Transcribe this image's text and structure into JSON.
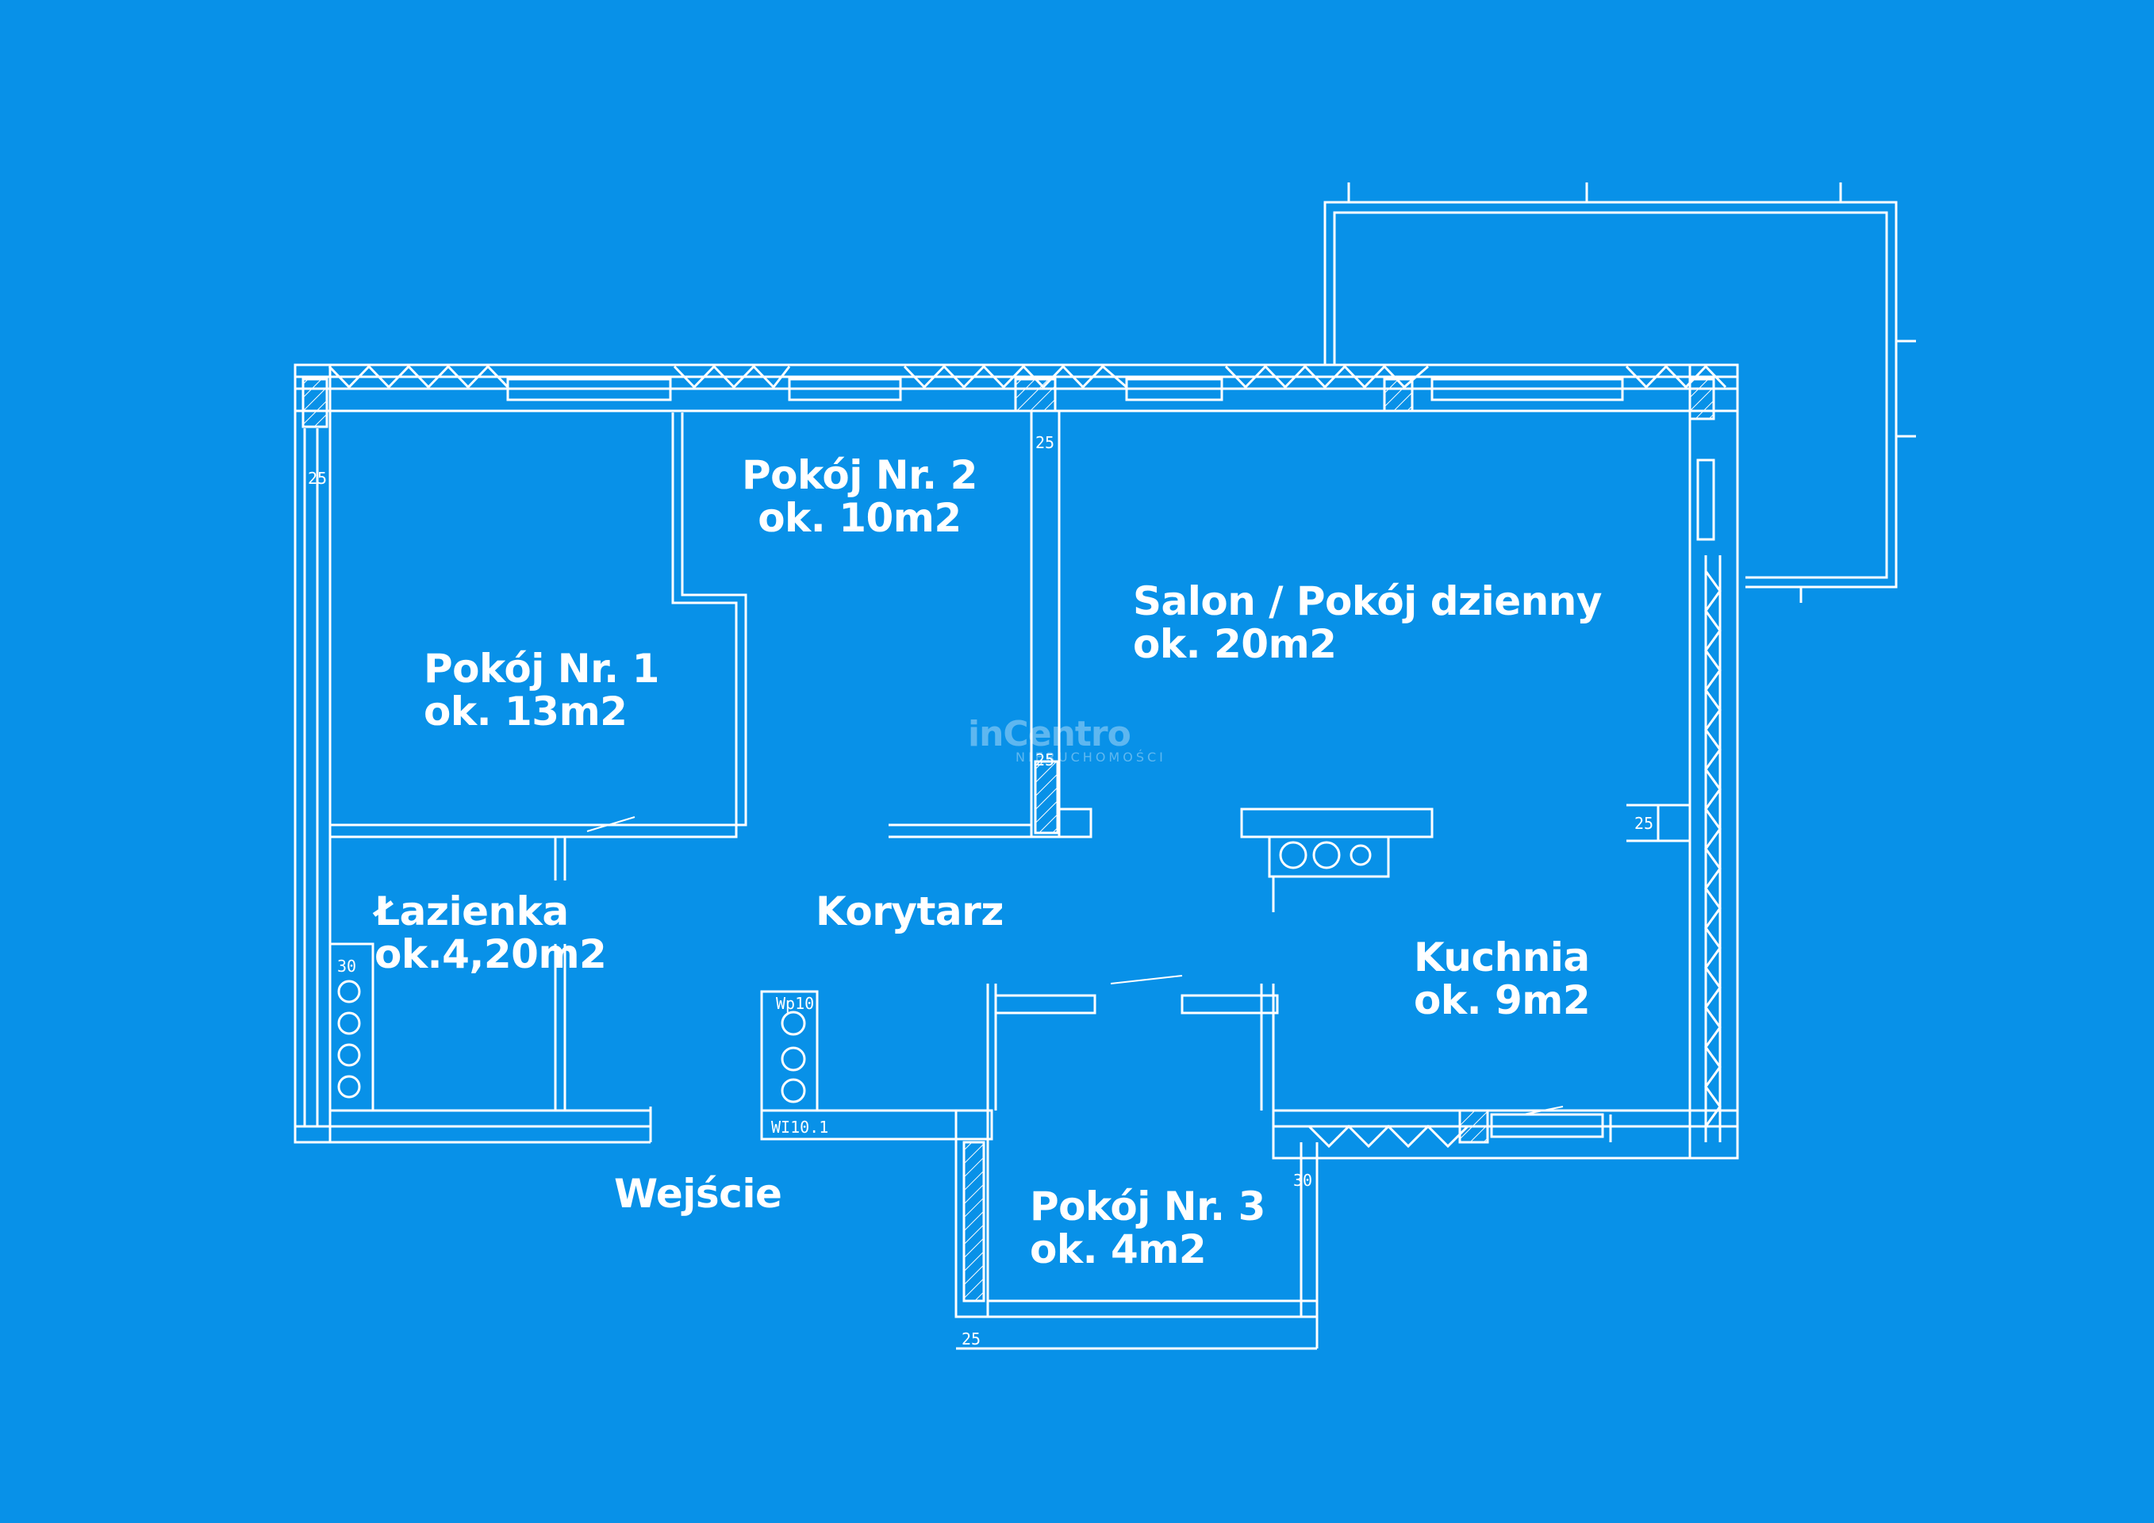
{
  "rooms": {
    "pokoj1": {
      "name": "Pokój Nr. 1",
      "area": "ok. 13m2"
    },
    "pokoj2": {
      "name": "Pokój Nr. 2",
      "area": "ok. 10m2"
    },
    "salon": {
      "name": "Salon / Pokój dzienny",
      "area": "ok. 20m2"
    },
    "lazienka": {
      "name": "Łazienka",
      "area": "ok.4,20m2"
    },
    "korytarz": {
      "name": "Korytarz"
    },
    "kuchnia": {
      "name": "Kuchnia",
      "area": "ok. 9m2"
    },
    "wejscie": {
      "name": "Wejście"
    },
    "pokoj3": {
      "name": "Pokój Nr. 3",
      "area": "ok. 4m2"
    }
  },
  "watermark": {
    "brand": "inCentro",
    "sub": "NIERUCHOMOŚCI"
  },
  "dimensions": {
    "d25a": "25",
    "d25b": "25",
    "d25c": "25",
    "d25d": "25",
    "d25e": "25",
    "d30": "30",
    "d30b": "30",
    "dwp": "Wp10",
    "dwi": "WI10.1"
  },
  "colors": {
    "background": "#0891e8",
    "lines": "#ffffff"
  }
}
